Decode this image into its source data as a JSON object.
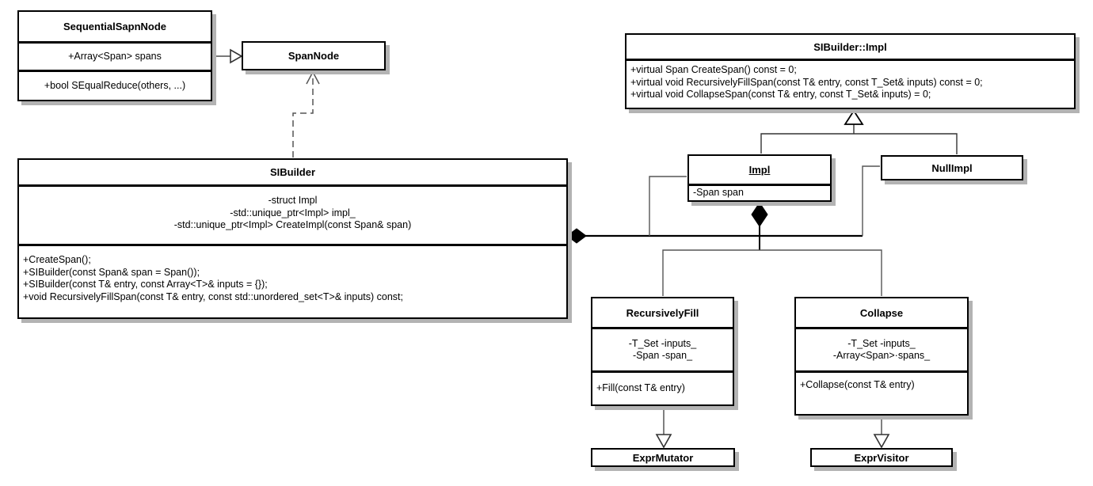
{
  "diagram": {
    "kind": "uml-class-diagram",
    "background_color": "#ffffff",
    "box_fill_color": "#ffffff",
    "border_color": "#000000",
    "shadow_color": "#b3b3b3",
    "connector_color": "#4d4d4d",
    "composition_color": "#000000"
  },
  "classes": {
    "sequential_sapn_node": {
      "title": "SequentialSapnNode",
      "attributes": [
        "+Array<Span> spans"
      ],
      "methods": [
        "+bool SEqualReduce(others, ...)"
      ]
    },
    "span_node": {
      "title": "SpanNode"
    },
    "si_builder_impl": {
      "title": "SIBuilder::Impl",
      "methods": [
        "+virtual Span CreateSpan() const = 0;",
        "+virtual void RecursivelyFillSpan(const T& entry, const T_Set& inputs) const = 0;",
        "+virtual void CollapseSpan(const T& entry, const T_Set& inputs) = 0;"
      ]
    },
    "impl": {
      "title": "Impl",
      "attributes": [
        "-Span span"
      ]
    },
    "null_impl": {
      "title": "NullImpl"
    },
    "si_builder": {
      "title": "SIBuilder",
      "attributes": [
        "-struct Impl",
        "-std::unique_ptr<Impl> impl_",
        "-std::unique_ptr<Impl> CreateImpl(const Span& span)"
      ],
      "methods": [
        "+CreateSpan();",
        "+SIBuilder(const Span& span = Span());",
        "+SIBuilder(const T& entry, const Array<T>& inputs = {});",
        "+void RecursivelyFillSpan(const T& entry, const std::unordered_set<T>& inputs) const;"
      ]
    },
    "recursively_fill": {
      "title": "RecursivelyFill",
      "attributes": [
        "-T_Set -inputs_",
        "-Span -span_"
      ],
      "methods": [
        "+Fill(const T& entry)"
      ]
    },
    "collapse": {
      "title": "Collapse",
      "attributes": [
        "-T_Set -inputs_",
        "-Array<Span>·spans_"
      ],
      "methods": [
        "+Collapse(const T& entry)"
      ]
    },
    "expr_mutator": {
      "title": "ExprMutator"
    },
    "expr_visitor": {
      "title": "ExprVisitor"
    }
  },
  "relationships": [
    {
      "type": "generalization",
      "from": "SequentialSapnNode",
      "to": "SpanNode",
      "line": "solid"
    },
    {
      "type": "dependency",
      "from": "SIBuilder",
      "to": "SpanNode",
      "line": "dashed"
    },
    {
      "type": "generalization",
      "from": "Impl",
      "to": "SIBuilder::Impl",
      "line": "solid"
    },
    {
      "type": "generalization",
      "from": "NullImpl",
      "to": "SIBuilder::Impl",
      "line": "solid"
    },
    {
      "type": "composition",
      "owner": "SIBuilder",
      "part": "Impl"
    },
    {
      "type": "composition",
      "owner": "SIBuilder",
      "part": "NullImpl"
    },
    {
      "type": "composition",
      "owner": "Impl",
      "part": "RecursivelyFill"
    },
    {
      "type": "composition",
      "owner": "Impl",
      "part": "Collapse"
    },
    {
      "type": "generalization",
      "from": "RecursivelyFill",
      "to": "ExprMutator",
      "line": "solid"
    },
    {
      "type": "generalization",
      "from": "Collapse",
      "to": "ExprVisitor",
      "line": "solid"
    }
  ]
}
